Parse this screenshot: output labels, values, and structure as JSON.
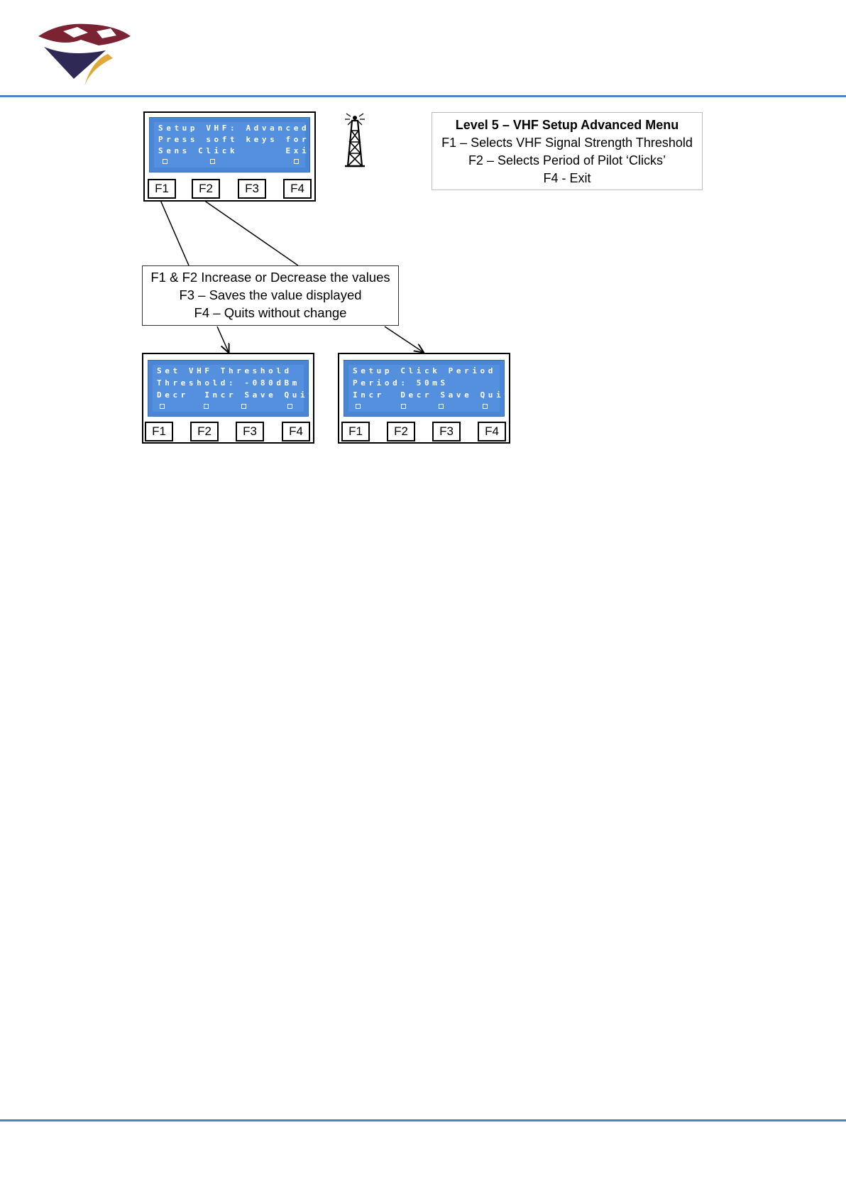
{
  "screens": {
    "advanced": {
      "lines": [
        "Setup VHF: Advanced",
        "Press soft keys for:",
        "Sens Click      Exit"
      ]
    },
    "threshold": {
      "lines": [
        "Set VHF Threshold",
        "Threshold: -080dBm",
        "Decr  Incr Save Quit"
      ]
    },
    "click": {
      "lines": [
        "Setup Click Period",
        "Period: 50mS",
        "Incr  Decr Save Quit"
      ]
    }
  },
  "keys": [
    "F1",
    "F2",
    "F3",
    "F4"
  ],
  "legend": {
    "title": "Level 5 – VHF Setup Advanced Menu",
    "lines": [
      "F1 – Selects VHF Signal Strength Threshold",
      "F2 – Selects Period of Pilot ‘Clicks’",
      "F4 - Exit"
    ]
  },
  "note": {
    "lines": [
      "F1 & F2 Increase or Decrease the values",
      "F3 – Saves the value displayed",
      "F4 – Quits without change"
    ]
  },
  "colors": {
    "rule": "#4f81c7",
    "lcd": "#5590de",
    "logo_maroon": "#7b2333",
    "logo_navy": "#2e2a55",
    "logo_gold": "#e0a83a"
  },
  "icons": {
    "logo": "company-logo",
    "tower": "radio-tower-icon"
  }
}
